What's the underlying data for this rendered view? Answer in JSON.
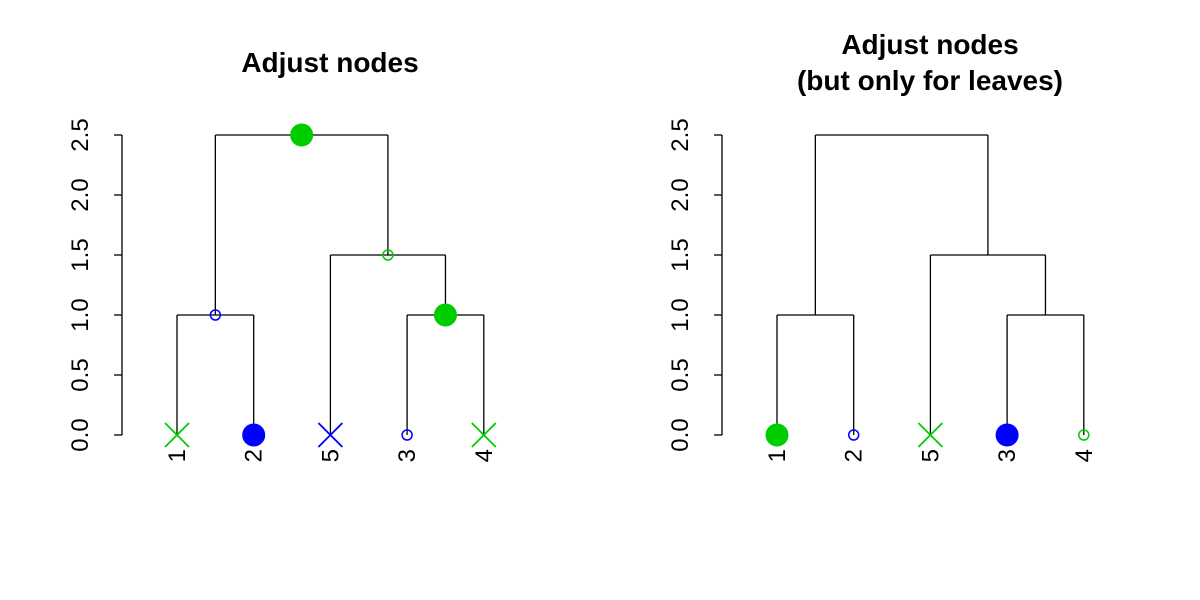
{
  "chart_data": [
    {
      "type": "dendrogram",
      "title": "Adjust nodes",
      "y_ticks": [
        "0.0",
        "0.5",
        "1.0",
        "1.5",
        "2.0",
        "2.5"
      ],
      "ylim": [
        0,
        2.5
      ],
      "leaves": [
        "1",
        "2",
        "5",
        "3",
        "4"
      ],
      "merges": [
        {
          "height": 1.0,
          "children": [
            "1",
            "2"
          ]
        },
        {
          "height": 1.0,
          "children": [
            "3",
            "4"
          ]
        },
        {
          "height": 1.5,
          "children": [
            "5",
            "3-4"
          ]
        },
        {
          "height": 2.5,
          "children": [
            "1-2",
            "5-3-4"
          ]
        }
      ],
      "node_markers": [
        {
          "x": 0,
          "y": 0,
          "shape": "cross",
          "color": "#00CD00"
        },
        {
          "x": 1,
          "y": 0,
          "shape": "filled-circle",
          "color": "#0000FF"
        },
        {
          "x": 2,
          "y": 0,
          "shape": "cross",
          "color": "#0000FF"
        },
        {
          "x": 3,
          "y": 0,
          "shape": "open-circle",
          "color": "#0000FF"
        },
        {
          "x": 4,
          "y": 0,
          "shape": "cross",
          "color": "#00CD00"
        },
        {
          "x": 0.5,
          "y": 1.0,
          "shape": "open-circle",
          "color": "#0000FF"
        },
        {
          "x": 3.5,
          "y": 1.0,
          "shape": "filled-circle",
          "color": "#00CD00"
        },
        {
          "x": 2.75,
          "y": 1.5,
          "shape": "open-circle",
          "color": "#00CD00"
        },
        {
          "x": 1.625,
          "y": 2.5,
          "shape": "filled-circle",
          "color": "#00CD00"
        }
      ]
    },
    {
      "type": "dendrogram",
      "title": "Adjust nodes",
      "subtitle": "(but only for leaves)",
      "y_ticks": [
        "0.0",
        "0.5",
        "1.0",
        "1.5",
        "2.0",
        "2.5"
      ],
      "ylim": [
        0,
        2.5
      ],
      "leaves": [
        "1",
        "2",
        "5",
        "3",
        "4"
      ],
      "merges": [
        {
          "height": 1.0,
          "children": [
            "1",
            "2"
          ]
        },
        {
          "height": 1.0,
          "children": [
            "3",
            "4"
          ]
        },
        {
          "height": 1.5,
          "children": [
            "5",
            "3-4"
          ]
        },
        {
          "height": 2.5,
          "children": [
            "1-2",
            "5-3-4"
          ]
        }
      ],
      "node_markers": [
        {
          "x": 0,
          "y": 0,
          "shape": "filled-circle",
          "color": "#00CD00"
        },
        {
          "x": 1,
          "y": 0,
          "shape": "open-circle",
          "color": "#0000FF"
        },
        {
          "x": 2,
          "y": 0,
          "shape": "cross",
          "color": "#00CD00"
        },
        {
          "x": 3,
          "y": 0,
          "shape": "filled-circle",
          "color": "#0000FF"
        },
        {
          "x": 4,
          "y": 0,
          "shape": "open-circle",
          "color": "#00CD00"
        }
      ]
    }
  ]
}
